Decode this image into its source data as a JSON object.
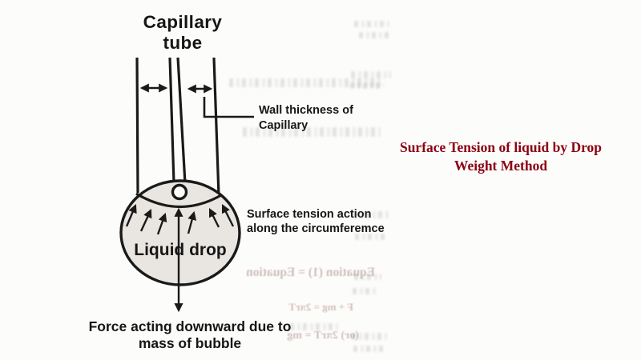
{
  "page": {
    "background": "#fcfcfb",
    "ink": "#1a1a1a",
    "drop_fill": "#e9e6e1"
  },
  "diagram": {
    "tube_title": {
      "line1": "Capillary",
      "line2": "tube"
    },
    "wall_thickness_label": {
      "line1": "Wall thickness of",
      "line2": "Capillary"
    },
    "surface_tension_label": {
      "line1": "Surface tension action",
      "line2": "along the circumferemce"
    },
    "drop_label": "Liquid drop",
    "force_label": {
      "line1": "Force acting downward due to",
      "line2": "mass of bubble"
    }
  },
  "heading": {
    "line1": "Surface Tension of liquid by Drop",
    "line2": "Weight Method",
    "color": "#8b0013"
  },
  "bleedthrough": {
    "equations": [
      {
        "text": "Equation (1) = Equation"
      },
      {
        "text": "F + mg = 2πrT"
      },
      {
        "text": "(or) 2πrT = mg"
      }
    ]
  }
}
